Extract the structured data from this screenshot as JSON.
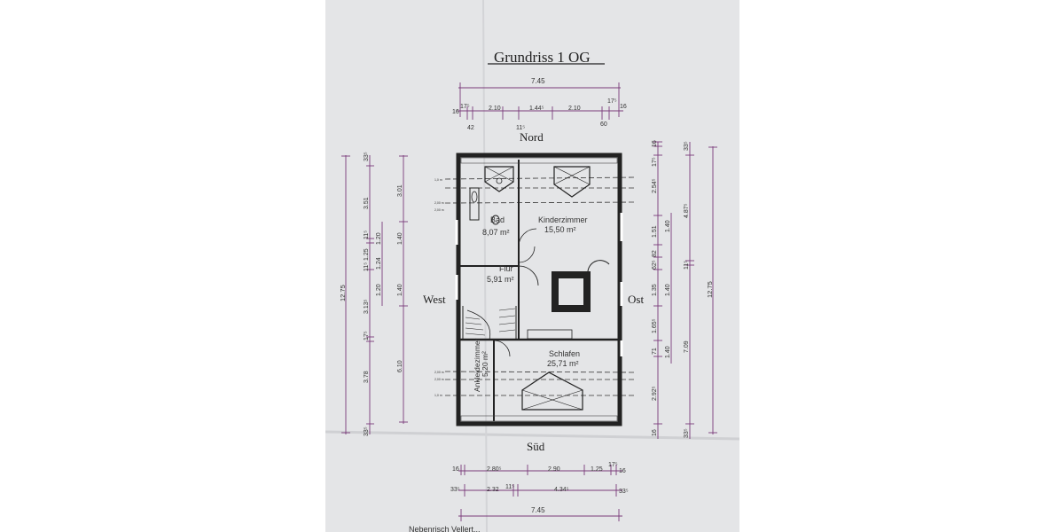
{
  "document": {
    "title": "Grundriss 1 OG",
    "orientation": {
      "north": "Nord",
      "south": "Süd",
      "west": "West",
      "east": "Ost"
    },
    "rooms": [
      {
        "name": "Bad",
        "area": "8,07 m²"
      },
      {
        "name": "Kinderzimmer",
        "area": "15,50 m²"
      },
      {
        "name": "Flur",
        "area": "5,91 m²"
      },
      {
        "name": "Schlafen",
        "area": "25,71 m²"
      },
      {
        "name": "Ankleidezimmer",
        "area": "5,20 m²"
      }
    ],
    "dimensions": {
      "top": {
        "total": "7.45",
        "segments": [
          "16",
          "17⁵",
          "2.10",
          "1.44⁵",
          "2.10",
          "17⁵",
          "16"
        ],
        "below": [
          "42",
          "11⁵",
          "60"
        ]
      },
      "bottom": {
        "row1": [
          "16",
          "2.80⁵",
          "2.90",
          "1.25",
          "17⁵",
          "16"
        ],
        "row2": [
          "33⁵",
          "2.32",
          "11⁵",
          "4.34⁵",
          "33⁵"
        ],
        "total": "7.45"
      },
      "left": {
        "total": "12.75",
        "col1": [
          "33⁵",
          "3.51",
          "11⁵",
          "1.25",
          "11⁵",
          "3.13⁵",
          "17⁵",
          "3.78",
          "33⁵"
        ],
        "col2": [
          "1.20",
          "1.24",
          "1.20"
        ],
        "col3": [
          "3.01",
          "1.40",
          "1.40",
          "6.10"
        ]
      },
      "right": {
        "total": "12.75",
        "col1": [
          "16",
          "17⁵",
          "2.54⁵",
          "1.51",
          "82",
          "62⁵",
          "1.35",
          "1.65⁵",
          "71",
          "2.92⁵",
          "16"
        ],
        "col2": [
          "1.40",
          "1.40",
          "1.40"
        ],
        "col3": [
          "33⁵",
          "4.87⁵",
          "11⁵",
          "7.09",
          "33⁵"
        ]
      }
    },
    "level_marks": [
      "1,0 m",
      "2,00 m",
      "2,00 m",
      "2,00 m",
      "2,00 m",
      "1,0 m"
    ],
    "footer": "Nebenrisch Vellert..."
  }
}
